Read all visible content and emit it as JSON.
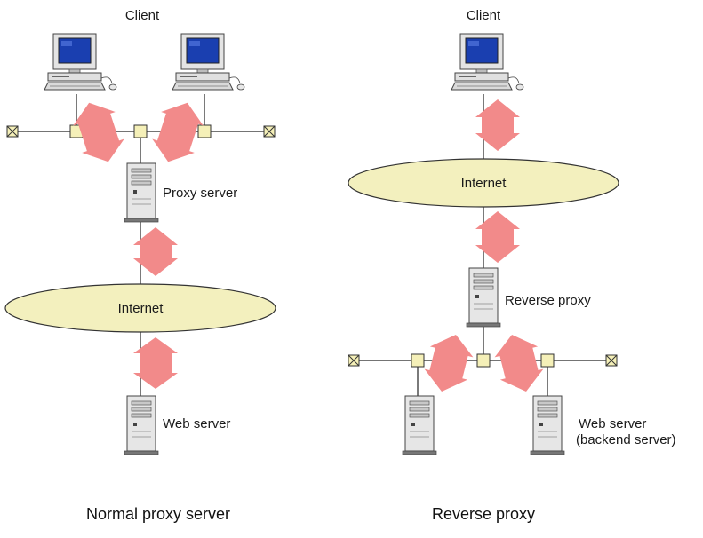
{
  "diagrams": {
    "normal": {
      "caption": "Normal proxy server",
      "client_label": "Client",
      "proxy_label": "Proxy server",
      "internet_label": "Internet",
      "web_server_label": "Web server"
    },
    "reverse": {
      "caption": "Reverse proxy",
      "client_label": "Client",
      "internet_label": "Internet",
      "proxy_label": "Reverse proxy",
      "web_server_label_1": "Web server",
      "web_server_label_2": "(backend server)"
    }
  },
  "colors": {
    "arrow": "#f28a8a",
    "cloud_fill": "#f3f0be",
    "hub_fill": "#f5f0b8",
    "monitor_screen": "#1a3fb0",
    "line": "#222222"
  },
  "icons": {
    "client": "desktop-computer-icon",
    "server": "tower-server-icon",
    "terminator": "network-terminator-icon",
    "hub": "network-hub-icon",
    "arrow": "bidirectional-arrow-icon"
  }
}
